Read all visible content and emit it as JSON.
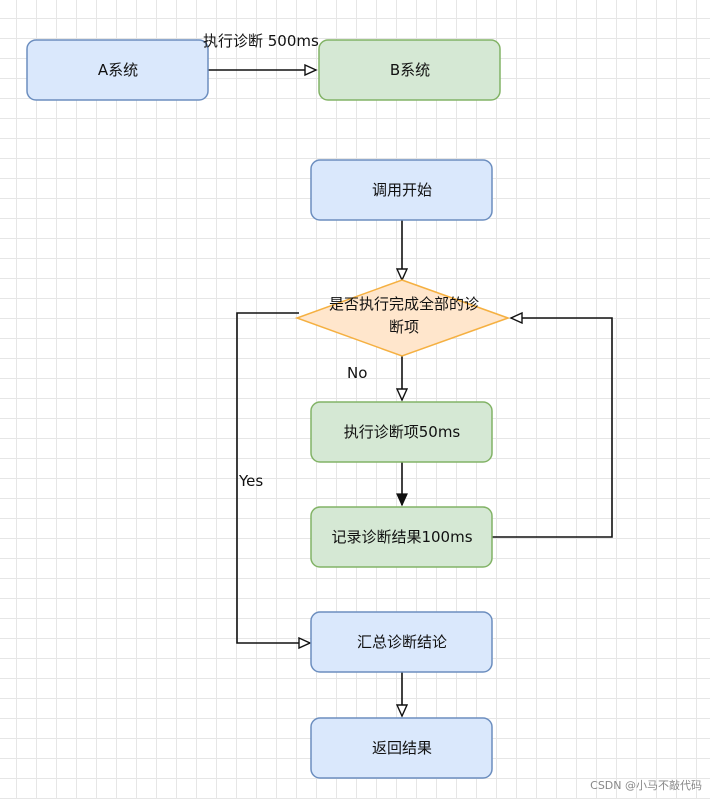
{
  "colors": {
    "blue_fill": "#dae8fc",
    "blue_stroke": "#6c8ebf",
    "green_fill": "#d5e8d4",
    "green_stroke": "#82b366",
    "diamond_fill": "#ffe6cc",
    "diamond_stroke": "#f5b041"
  },
  "nodes": {
    "a_system": "A系统",
    "b_system": "B系统",
    "start": "调用开始",
    "decision_line1": "是否执行完成全部的诊",
    "decision_line2": "断项",
    "execute": "执行诊断项50ms",
    "record": "记录诊断结果100ms",
    "summary": "汇总诊断结论",
    "return": "返回结果"
  },
  "edge_labels": {
    "a_to_b": "执行诊断 500ms",
    "no": "No",
    "yes": "Yes"
  },
  "watermark": "CSDN @小马不敲代码"
}
